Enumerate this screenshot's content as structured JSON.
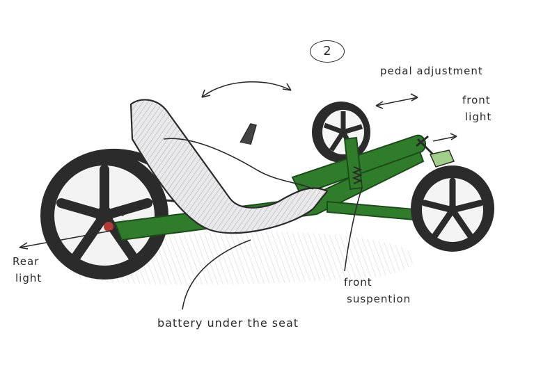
{
  "sheet_number": "2",
  "labels": {
    "pedal_adjustment": "pedal adjustment",
    "front_light_1": "front",
    "front_light_2": "light",
    "rear_light_1": "Rear",
    "rear_light_2": "light",
    "front_suspension_1": "front",
    "front_suspension_2": "suspention",
    "battery": "battery under the seat"
  },
  "colors": {
    "frame": "#2f7d2a",
    "frame_dark": "#1c4d19",
    "tire": "#2b2b2b",
    "seat": "#e9e9ec",
    "ink": "#2a2a2a",
    "light": "#9fcf88"
  }
}
